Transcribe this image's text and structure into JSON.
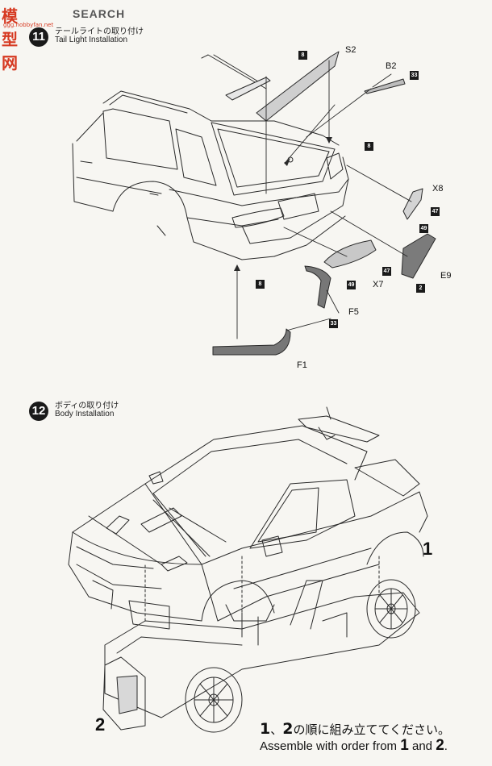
{
  "watermark": {
    "logo": "模型网",
    "search": "SEARCH",
    "url": "ggg.hobbyfan.net"
  },
  "step11": {
    "number": "11",
    "title_jp": "テールライトの取り付け",
    "title_en": "Tail Light Installation",
    "labels": {
      "s2": "S2",
      "b2": "B2",
      "x8": "X8",
      "e9": "E9",
      "x7": "X7",
      "f5": "F5",
      "f1": "F1"
    },
    "paint_codes": {
      "c1": "8",
      "c2": "33",
      "c3": "8",
      "c4": "47",
      "c5": "49",
      "c6": "47",
      "c7": "49",
      "c8": "2",
      "c9": "8",
      "c10": "33"
    }
  },
  "step12": {
    "number": "12",
    "title_jp": "ボディの取り付け",
    "title_en": "Body Installation",
    "label_body": "1",
    "label_chassis": "2",
    "note_jp_pre": "の順に組み立ててください。",
    "note_en_pre": "Assemble with order from ",
    "note_en_mid": " and ",
    "note_en_end": ".",
    "order_1": "1",
    "order_2": "2",
    "note_comma": "、"
  }
}
